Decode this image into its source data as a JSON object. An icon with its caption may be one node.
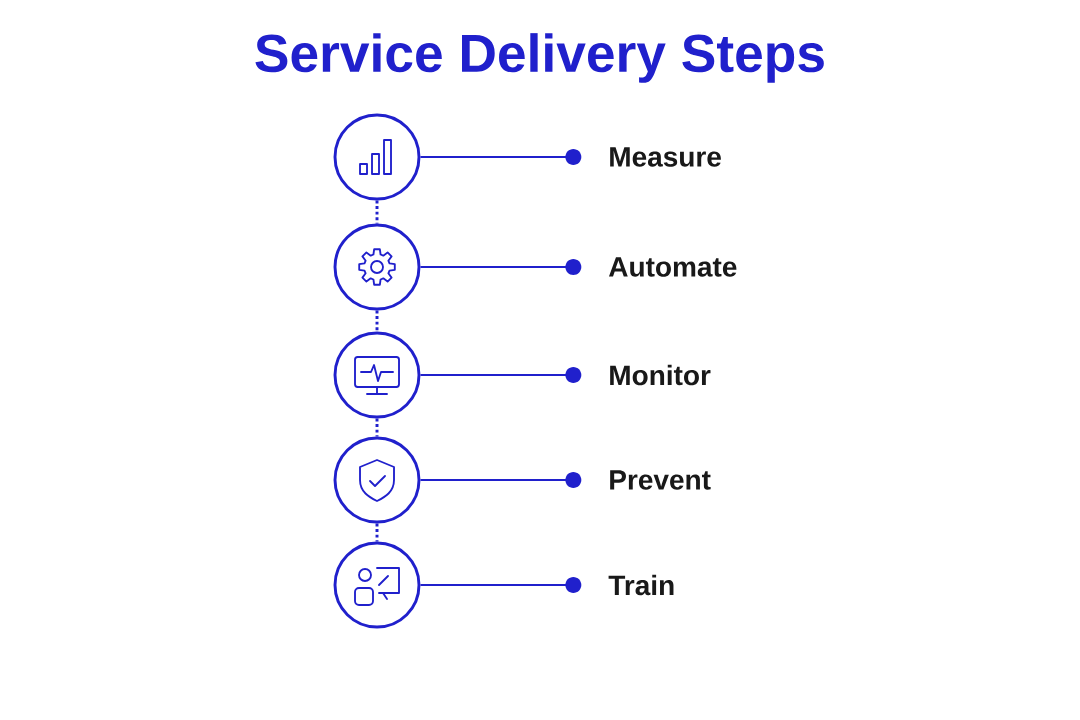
{
  "diagram": {
    "title": "Service Delivery Steps",
    "nodes": [
      {
        "text": [],
        "shape": "circle"
      },
      {
        "text": [],
        "shape": "circle"
      },
      {
        "text": [],
        "shape": "circle"
      },
      {
        "text": [],
        "shape": "circle"
      },
      {
        "text": [],
        "shape": "circle"
      },
      {
        "text": [
          "Measure"
        ]
      },
      {
        "text": [
          "Automate"
        ]
      },
      {
        "text": [
          "Monitor"
        ]
      },
      {
        "text": [
          "Prevent"
        ]
      },
      {
        "text": [
          "Train"
        ]
      }
    ],
    "edges": [
      {
        "from": 0,
        "to": 5,
        "arrow": "other"
      },
      {
        "from": 1,
        "to": 6,
        "arrow": "other"
      },
      {
        "from": 2,
        "to": 7,
        "arrow": "other"
      },
      {
        "from": 3,
        "to": 8,
        "arrow": "other"
      },
      {
        "from": 4,
        "to": 9,
        "arrow": "other"
      },
      {
        "from": 0,
        "to": 1,
        "arrow": "none",
        "style": "dashed"
      },
      {
        "from": 1,
        "to": 2,
        "arrow": "none",
        "style": "dashed"
      },
      {
        "from": 2,
        "to": 3,
        "arrow": "none",
        "style": "dashed"
      },
      {
        "from": 3,
        "to": 4,
        "arrow": "none",
        "style": "dashed"
      }
    ]
  }
}
